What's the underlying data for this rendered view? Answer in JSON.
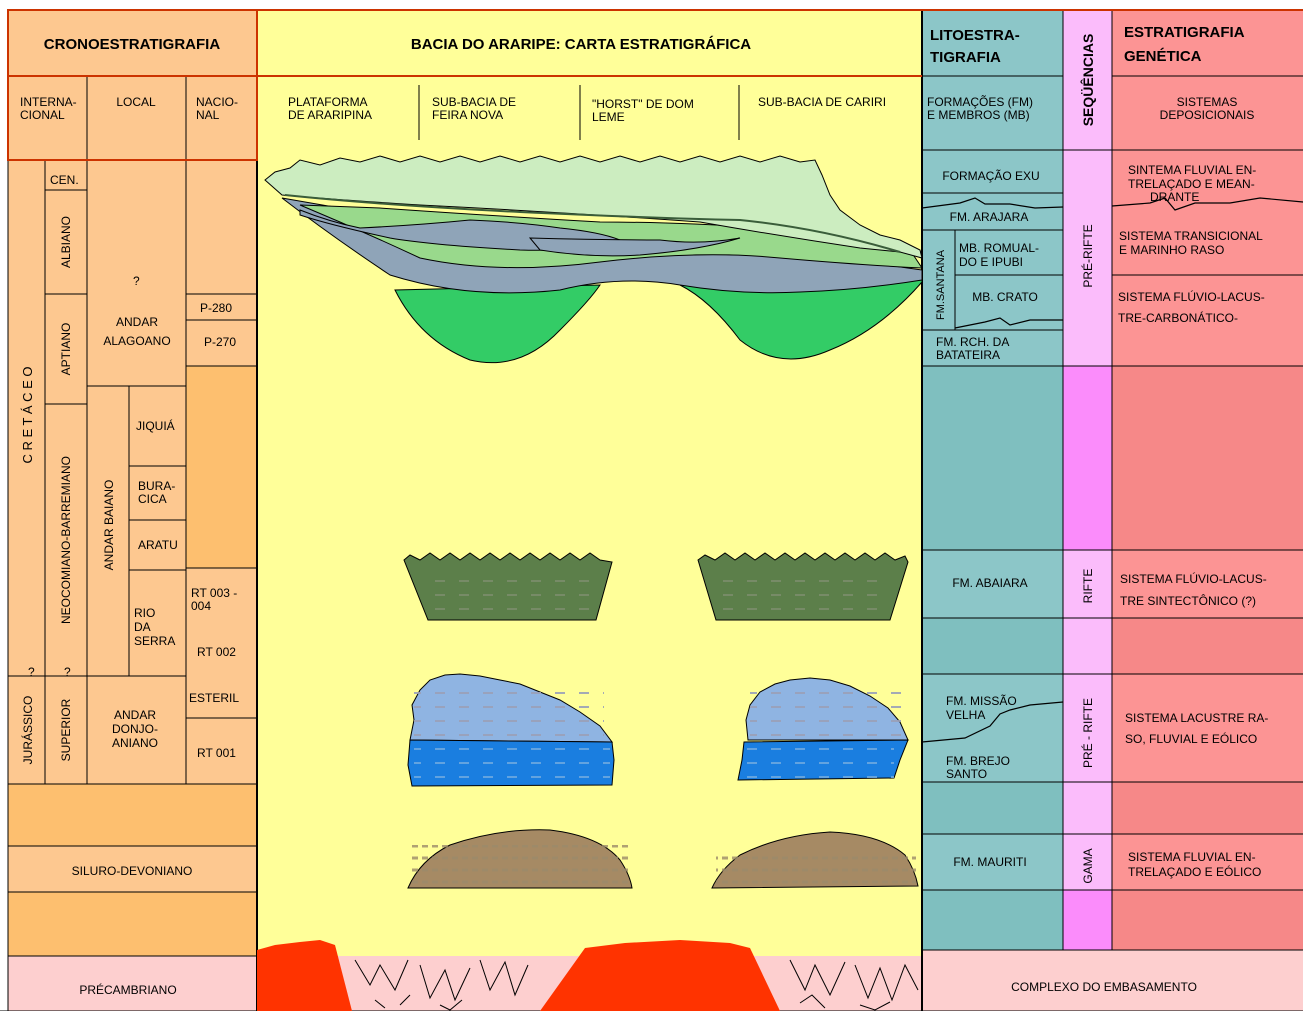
{
  "header": {
    "crono": "CRONOESTRATIGRAFIA",
    "title": "BACIA DO ARARIPE: CARTA ESTRATIGRÁFICA",
    "lito": [
      "LITOESTRA-",
      "TIGRAFIA"
    ],
    "seq": "SEQÜÊNCIAS",
    "genetica": [
      "ESTRATIGRAFIA",
      "GENÉTICA"
    ]
  },
  "subheader": {
    "internacional": [
      "INTERNA-",
      "CIONAL"
    ],
    "local": "LOCAL",
    "nacional": [
      "NACIO-",
      "NAL"
    ],
    "areas": [
      [
        "PLATAFORMA",
        "DE ARARIPINA"
      ],
      [
        "SUB-BACIA DE",
        "FEIRA NOVA"
      ],
      [
        "\"HORST\" DE DOM",
        "LEME"
      ],
      [
        "SUB-BACIA DE CARIRI"
      ]
    ],
    "formacoes": [
      "FORMAÇÕES (FM)",
      "E MEMBROS (MB)"
    ],
    "sistemas": [
      "SISTEMAS",
      "DEPOSICIONAIS"
    ]
  },
  "crono": {
    "cretaceo": "C R E T Á C E O",
    "jurassico": "JURÁSSICO",
    "cen": "CEN.",
    "albiano": "ALBIANO",
    "aptiano": "APTIANO",
    "neocomiano": "NEOCOMIANO-BARREMIANO",
    "superior": "SUPERIOR",
    "q": "?",
    "andar_alagoano": [
      "ANDAR",
      "ALAGOANO"
    ],
    "andar_baiano": "ANDAR BAIANO",
    "jiquia": "JIQUIÁ",
    "buracica": [
      "BURA-",
      "CICA"
    ],
    "aratu": "ARATU",
    "rio_da_serra": [
      "RIO",
      "DA",
      "SERRA"
    ],
    "andar_donjoaniano": [
      "ANDAR",
      "DONJO-",
      "ANIANO"
    ],
    "p280": "P-280",
    "p270": "P-270",
    "rt003": [
      "RT 003 -",
      "004"
    ],
    "rt002": "RT  002",
    "esteril": "ESTERIL",
    "rt001": "RT  001",
    "siluro": "SILURO-DEVONIANO",
    "precambriano": "PRÉCAMBRIANO"
  },
  "lito": {
    "exu": "FORMAÇÃO EXU",
    "arajara": "FM. ARAJARA",
    "santana": "FM.SANTANA",
    "romualdo": [
      "MB. ROMUAL-",
      "DO E IPUBI"
    ],
    "crato": "MB. CRATO",
    "batateira": [
      "FM. RCH. DA",
      "BATATEIRA"
    ],
    "abaiara": "FM. ABAIARA",
    "missao": [
      "FM. MISSÃO",
      "VELHA"
    ],
    "brejo": [
      "FM. BREJO",
      "SANTO"
    ],
    "mauriti": "FM. MAURITI",
    "embasamento": "COMPLEXO  DO  EMBASAMENTO"
  },
  "sequencias": {
    "pre_rifte_1": "PRÉ-RIFTE",
    "rifte": "RIFTE",
    "pre_rifte_2": "PRÉ - RIFTE",
    "gama": "GAMA"
  },
  "genetica": {
    "fluvial1": [
      "SINTEMA FLUVIAL EN-",
      "TRELAÇADO  E MEAN-",
      "DRANTE"
    ],
    "transicional": [
      "SISTEMA TRANSICIONAL",
      "E MARINHO RASO"
    ],
    "lacustre_carb": [
      "SISTEMA FLÚVIO-LACUS-",
      "TRE-CARBONÁTICO-"
    ],
    "sintectonico": [
      "SISTEMA FLÚVIO-LACUS-",
      "TRE  SINTECTÔNICO (?)"
    ],
    "lacustre_raso": [
      "SISTEMA LACUSTRE RA-",
      "SO, FLUVIAL E EÓLICO"
    ],
    "fluvial2": [
      "SISTEMA FLUVIAL EN-",
      "TRELAÇADO  E EÓLICO"
    ]
  },
  "colors": {
    "orange_light": "#fdc890",
    "orange_dark": "#fdbf6f",
    "yellow": "#ffff99",
    "teal_light": "#8cc6c8",
    "teal_dark": "#7fbfbf",
    "pink": "#fbbcfb",
    "magenta": "#fb8cfb",
    "salmon": "#fc9494",
    "salmon_dark": "#f68888",
    "basement_pink": "#fdcfcf",
    "red": "#ff3300",
    "border_red": "#cc3300"
  }
}
